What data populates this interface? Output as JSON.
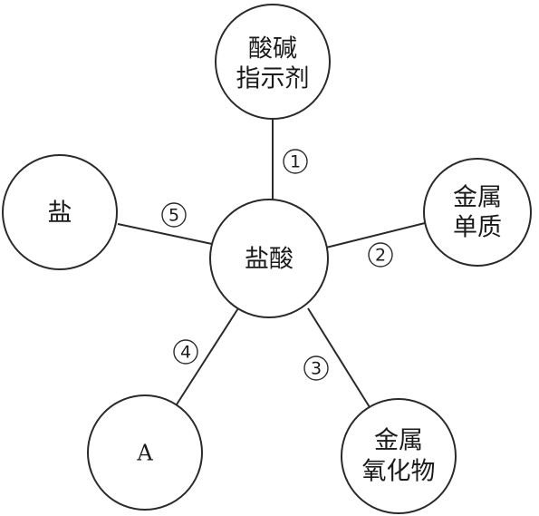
{
  "nodes": {
    "center": {
      "lines": [
        "盐酸"
      ]
    },
    "top": {
      "lines": [
        "酸碱",
        "指示剂"
      ]
    },
    "right": {
      "lines": [
        "金属",
        "单质"
      ]
    },
    "bottom_right": {
      "lines": [
        "金属",
        "氧化物"
      ]
    },
    "bottom_left": {
      "lines": [
        "A"
      ]
    },
    "left": {
      "lines": [
        "盐"
      ]
    }
  },
  "edges": {
    "e1": {
      "label": "1"
    },
    "e2": {
      "label": "2"
    },
    "e3": {
      "label": "3"
    },
    "e4": {
      "label": "4"
    },
    "e5": {
      "label": "5"
    }
  }
}
